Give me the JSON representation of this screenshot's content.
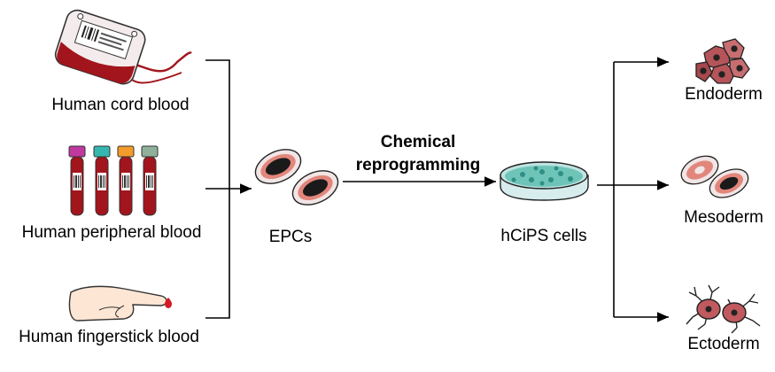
{
  "sources": [
    {
      "label": "Human cord blood",
      "icon": "blood-bag-icon"
    },
    {
      "label": "Human peripheral blood",
      "icon": "blood-tubes-icon"
    },
    {
      "label": "Human fingerstick blood",
      "icon": "fingerstick-hand-icon"
    }
  ],
  "intermediate": {
    "label": "EPCs",
    "icon": "red-cells-icon"
  },
  "process": {
    "line1": "Chemical",
    "line2": "reprogramming"
  },
  "product": {
    "label": "hCiPS cells",
    "icon": "petri-dish-icon"
  },
  "outcomes": [
    {
      "label": "Endoderm",
      "icon": "endoderm-cells-icon"
    },
    {
      "label": "Mesoderm",
      "icon": "mesoderm-cells-icon"
    },
    {
      "label": "Ectoderm",
      "icon": "neuron-cells-icon"
    }
  ],
  "colors": {
    "blood": "#a3151c",
    "cell_rim": "#e2867c",
    "dish": "#3fb4a6",
    "line": "#000000"
  }
}
